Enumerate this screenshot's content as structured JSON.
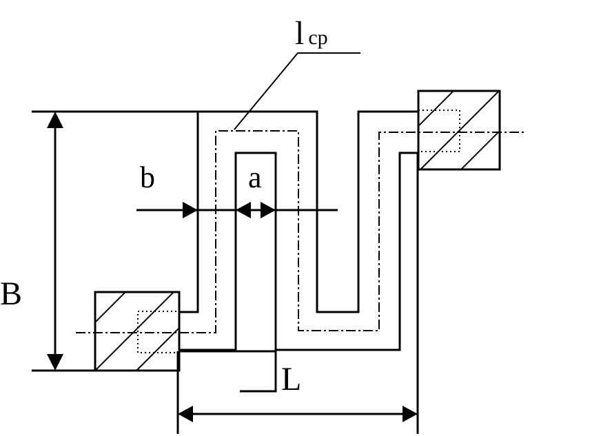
{
  "labels": {
    "lcp_main": "l",
    "lcp_sub": "cp",
    "b": "b",
    "a": "a",
    "B": "B",
    "L": "L"
  },
  "colors": {
    "ink": "#000000",
    "paper": "#ffffff"
  }
}
